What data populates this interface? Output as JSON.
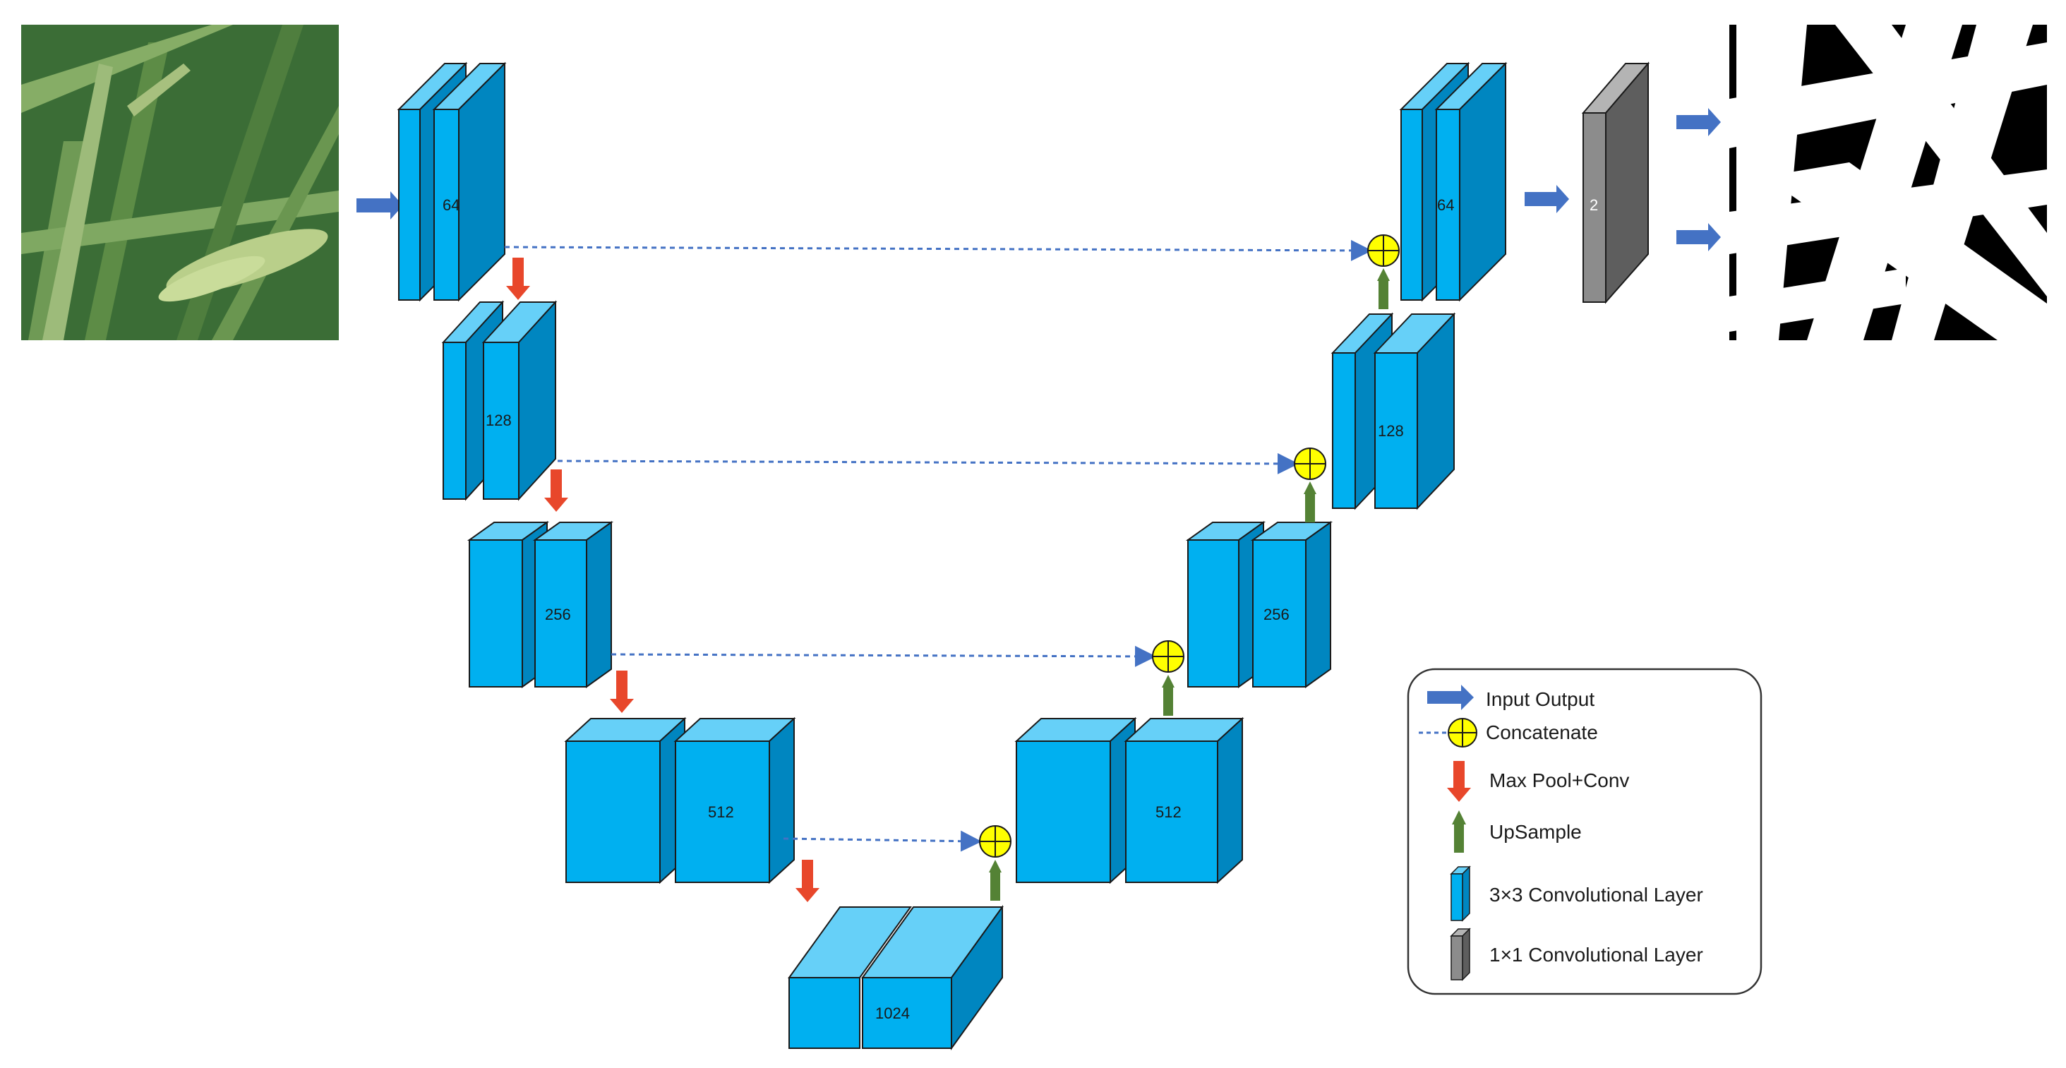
{
  "blocks": {
    "enc1": "64",
    "enc2": "128",
    "enc3": "256",
    "enc4": "512",
    "bottleneck": "1024",
    "dec4": "512",
    "dec3": "256",
    "dec2": "128",
    "dec1": "64",
    "output_conv": "2"
  },
  "legend": {
    "input_output": "Input Output",
    "concatenate": "Concatenate",
    "maxpool": "Max Pool+Conv",
    "upsample": "UpSample",
    "conv3": "3×3 Convolutional Layer",
    "conv1": "1×1 Convolutional Layer"
  },
  "colors": {
    "conv_front": "#00b0f0",
    "conv_top": "#66d0f8",
    "conv_side": "#0086c0",
    "conv1_front": "#8c8c8c",
    "conv1_top": "#b4b4b4",
    "conv1_side": "#5e5e5e",
    "arrow_blue": "#4472c4",
    "arrow_red": "#e8472b",
    "arrow_green": "#548235",
    "concat_fill": "#ffff00"
  },
  "images": {
    "input": "rice-plant-photo",
    "output": "segmentation-mask"
  }
}
